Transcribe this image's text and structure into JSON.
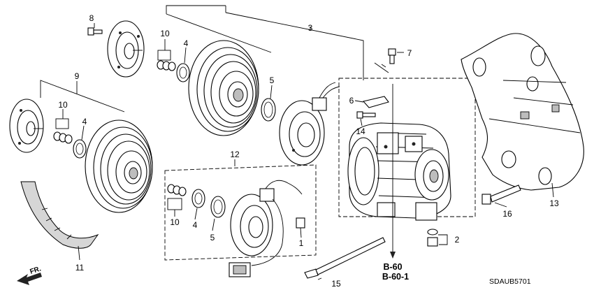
{
  "diagram": {
    "callouts": [
      {
        "id": "c8",
        "text": "8"
      },
      {
        "id": "c10a",
        "text": "10"
      },
      {
        "id": "c4a",
        "text": "4"
      },
      {
        "id": "c3",
        "text": "3"
      },
      {
        "id": "c7",
        "text": "7"
      },
      {
        "id": "c9",
        "text": "9"
      },
      {
        "id": "c10b",
        "text": "10"
      },
      {
        "id": "c4b",
        "text": "4"
      },
      {
        "id": "c5a",
        "text": "5"
      },
      {
        "id": "c6",
        "text": "6"
      },
      {
        "id": "c14",
        "text": "14"
      },
      {
        "id": "c12",
        "text": "12"
      },
      {
        "id": "c10c",
        "text": "10"
      },
      {
        "id": "c4c",
        "text": "4"
      },
      {
        "id": "c5b",
        "text": "5"
      },
      {
        "id": "c1",
        "text": "1"
      },
      {
        "id": "c2",
        "text": "2"
      },
      {
        "id": "c11",
        "text": "11"
      },
      {
        "id": "c15",
        "text": "15"
      },
      {
        "id": "c16",
        "text": "16"
      },
      {
        "id": "c13",
        "text": "13"
      }
    ],
    "references": [
      "B-60",
      "B-60-1"
    ],
    "front_arrow_label": "FR.",
    "diagram_code": "SDAUB5701"
  }
}
